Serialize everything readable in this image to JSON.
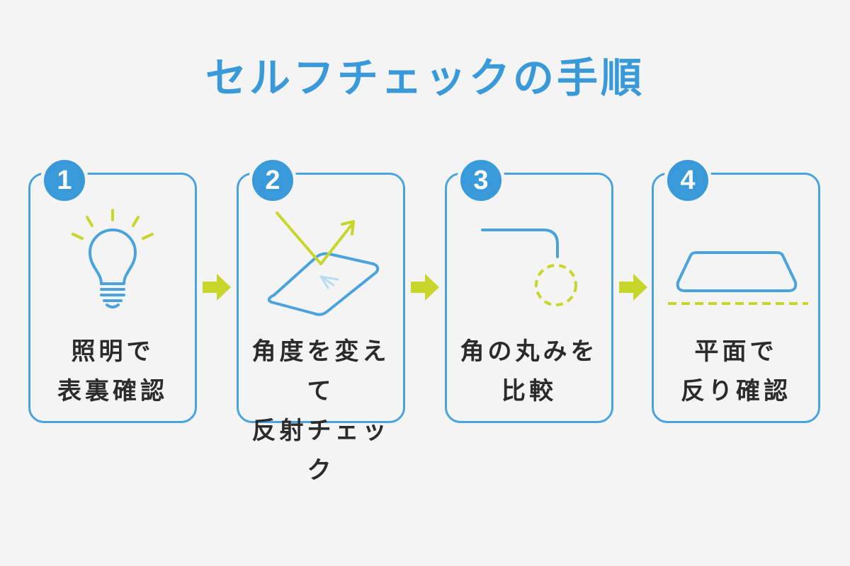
{
  "title": "セルフチェックの手順",
  "colors": {
    "accent_blue": "#3a9ad9",
    "accent_green": "#c8d62b",
    "text": "#2b2b2b",
    "background": "#f4f4f4"
  },
  "steps": [
    {
      "number": "1",
      "line1": "照明で",
      "line2": "表裏確認",
      "icon": "lightbulb-icon"
    },
    {
      "number": "2",
      "line1": "角度を変えて",
      "line2": "反射チェック",
      "icon": "reflection-angle-icon"
    },
    {
      "number": "3",
      "line1": "角の丸みを",
      "line2": "比較",
      "icon": "corner-radius-icon"
    },
    {
      "number": "4",
      "line1": "平面で",
      "line2": "反り確認",
      "icon": "flatness-icon"
    }
  ],
  "connector_icon": "right-arrow-icon"
}
